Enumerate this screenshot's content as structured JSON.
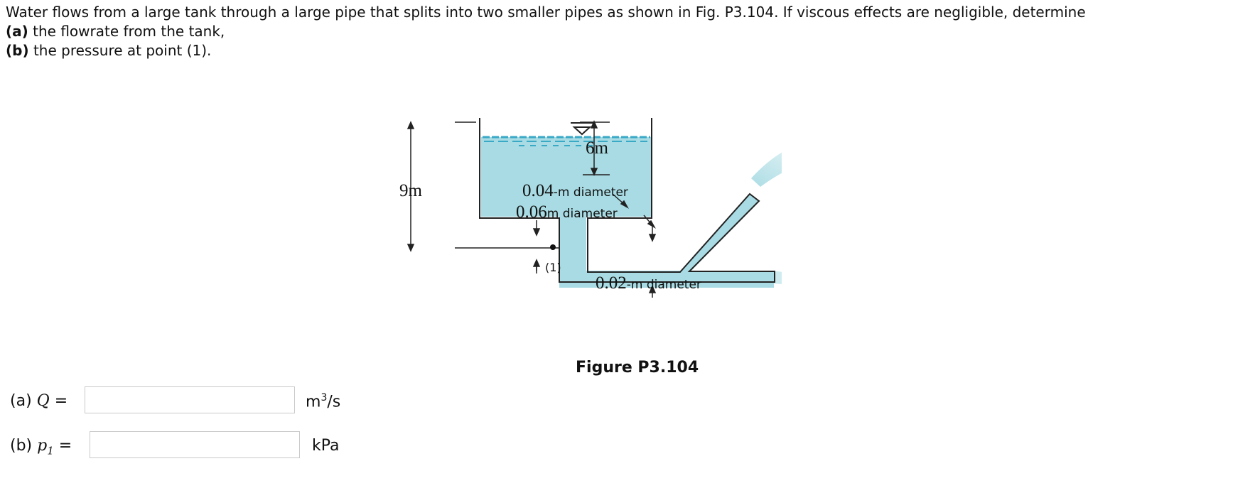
{
  "problem": {
    "statement": "Water flows from a large tank through a large pipe that splits into two smaller pipes as shown in Fig. P3.104. If viscous effects are negligible, determine",
    "part_a_tag": "(a)",
    "part_a_text": "the flowrate from the tank,",
    "part_b_tag": "(b)",
    "part_b_text": "the pressure at point (1)."
  },
  "figure": {
    "dim_9m": "9m",
    "dim_6m": "6m",
    "d_004_num": "0.04",
    "d_004_text": "-m diameter",
    "d_006_num": "0.06",
    "d_006_text": "m diameter",
    "d_002_num": "0.02",
    "d_002_text": "-m diameter",
    "point_label": "(1)",
    "caption": "Figure P3.104",
    "water_color": "#a8dbe3",
    "surface_color": "#3aa9c6"
  },
  "answers": {
    "a_prefix": "(a)",
    "a_var": "Q",
    "a_eq": "=",
    "a_unit": "m",
    "a_unit_sup": "3",
    "a_unit_suffix": "/s",
    "a_value": "",
    "b_prefix": "(b)",
    "b_var": "p",
    "b_sub": "1",
    "b_eq": "=",
    "b_unit": "kPa",
    "b_value": ""
  }
}
